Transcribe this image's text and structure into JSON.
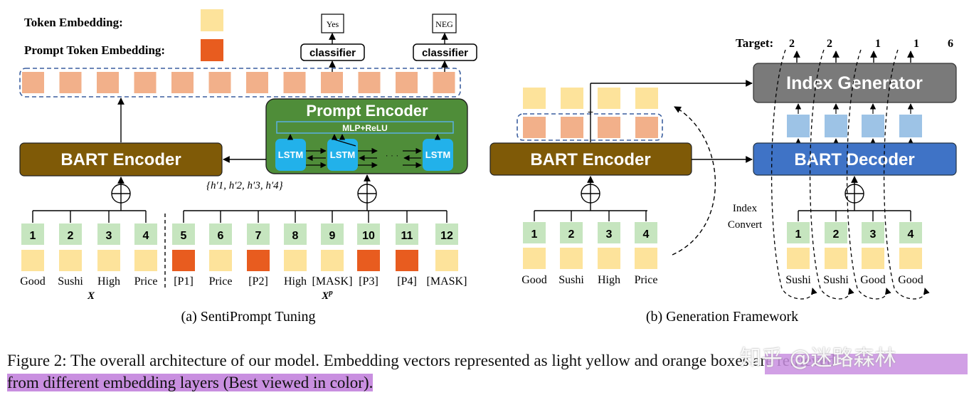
{
  "legend": {
    "token_embedding": "Token Embedding:",
    "prompt_token_embedding": "Prompt Token Embedding:"
  },
  "colors": {
    "token": "#fde39b",
    "prompt": "#e85c1f",
    "encoded": "#f2b08a",
    "index_green": "#c6e5bf",
    "bart_encoder": "#7f5a07",
    "prompt_encoder": "#4f8d39",
    "lstm": "#22b1ea",
    "bart_decoder": "#3f73c6",
    "index_generator": "#7a7a7a",
    "decoder_out": "#9dc3e6",
    "dashed": "#3c5f9f",
    "caption_highlight": "#c98fe0"
  },
  "left": {
    "outputs": [
      {
        "box": "Yes",
        "classifier": "classifier"
      },
      {
        "box": "NEG",
        "classifier": "classifier"
      }
    ],
    "bart_encoder": "BART Encoder",
    "prompt_encoder": {
      "title": "Prompt Encoder",
      "mlp": "MLP+ReLU",
      "lstm": [
        "LSTM",
        "LSTM",
        "LSTM"
      ],
      "ellipsis": "· · ·"
    },
    "hidden_label": "{h′1, h′2, h′3, h′4}",
    "indices": [
      "1",
      "2",
      "3",
      "4",
      "5",
      "6",
      "7",
      "8",
      "9",
      "10",
      "11",
      "12"
    ],
    "tokens": [
      "Good",
      "Sushi",
      "High",
      "Price",
      "[P1]",
      "Price",
      "[P2]",
      "High",
      "[MASK]",
      "[P3]",
      "[P4]",
      "[MASK]"
    ],
    "token_kinds": [
      "t",
      "t",
      "t",
      "t",
      "p",
      "t",
      "p",
      "t",
      "t",
      "p",
      "p",
      "t"
    ],
    "x_label": "X",
    "xp_label": "X",
    "xp_sup": "p",
    "caption": "(a)  SentiPrompt Tuning"
  },
  "right": {
    "target_label": "Target:",
    "targets": [
      "2",
      "2",
      "1",
      "1",
      "6"
    ],
    "index_generator": "Index Generator",
    "bart_encoder": "BART Encoder",
    "bart_decoder": "BART Decoder",
    "index_convert": [
      "Index",
      "Convert"
    ],
    "enc_indices": [
      "1",
      "2",
      "3",
      "4"
    ],
    "enc_tokens": [
      "Good",
      "Sushi",
      "High",
      "Price"
    ],
    "dec_indices": [
      "1",
      "2",
      "3",
      "4"
    ],
    "dec_tokens": [
      "Sushi",
      "Sushi",
      "Good",
      "Good"
    ],
    "caption": "(b)  Generation Framework"
  },
  "figure_caption": {
    "line1": "Figure 2: The overall architecture of our model. Embedding vectors represented as light yellow and orange boxes are retrieved",
    "line2": "from different embedding layers (Best viewed in color)."
  },
  "watermark": "知乎 @迷路森林"
}
